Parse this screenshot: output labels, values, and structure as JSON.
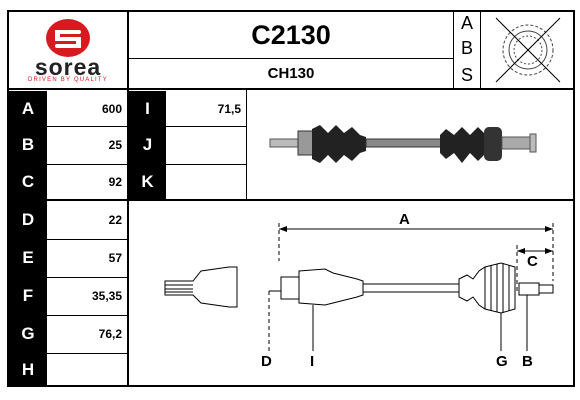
{
  "brand": {
    "name": "sorea",
    "tagline": "DRIVEN BY QUALITY",
    "logo_color": "#d71920"
  },
  "header": {
    "part_number": "C2130",
    "reference": "CH130",
    "abs_letters": [
      "A",
      "B",
      "S"
    ],
    "abs_icon": "abs-ring-crossed-icon"
  },
  "specs_left": [
    {
      "letter": "A",
      "value": "600"
    },
    {
      "letter": "B",
      "value": "25"
    },
    {
      "letter": "C",
      "value": "92"
    },
    {
      "letter": "D",
      "value": "22"
    },
    {
      "letter": "E",
      "value": "57"
    },
    {
      "letter": "F",
      "value": "35,35"
    },
    {
      "letter": "G",
      "value": "76,2"
    },
    {
      "letter": "H",
      "value": ""
    }
  ],
  "specs_right": [
    {
      "letter": "I",
      "value": "71,5"
    },
    {
      "letter": "J",
      "value": ""
    },
    {
      "letter": "K",
      "value": ""
    }
  ],
  "diagram_labels": {
    "A": "A",
    "C": "C",
    "D": "D",
    "I": "I",
    "G": "G",
    "B": "B"
  }
}
